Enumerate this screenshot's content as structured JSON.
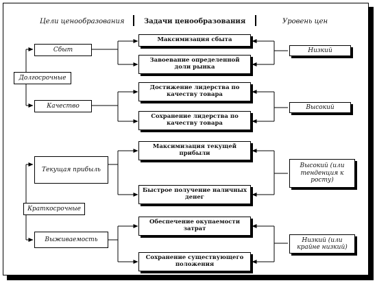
{
  "headers": {
    "goals": "Цели ценообразования",
    "tasks": "Задачи ценообразования",
    "level": "Уровень цен"
  },
  "left": {
    "sales": "Сбыт",
    "long_term": "Долгосрочные",
    "quality": "Качество",
    "current_profit": "Текущая прибыль",
    "short_term": "Краткосрочные",
    "survival": "Выживаемость"
  },
  "tasks": {
    "max_sales": "Максимизация сбыта",
    "market_share": "Завоевание определенной доли рынка",
    "quality_leadership": "Достижение лидерства по качеству товара",
    "keep_quality_leadership": "Сохранение лидерства по качеству товара",
    "max_current_profit": "Максимизация текущей прибыли",
    "fast_cash": "Быстрое получение наличных денег",
    "cost_recovery": "Обеспечение окупаемости затрат",
    "keep_position": "Сохранение существующего положения"
  },
  "levels": {
    "low": "Низкий",
    "high": "Высокий",
    "high_rising": "Высокий (или тенденция к росту)",
    "low_very_low": "Низкий (или крайне низкий)"
  }
}
